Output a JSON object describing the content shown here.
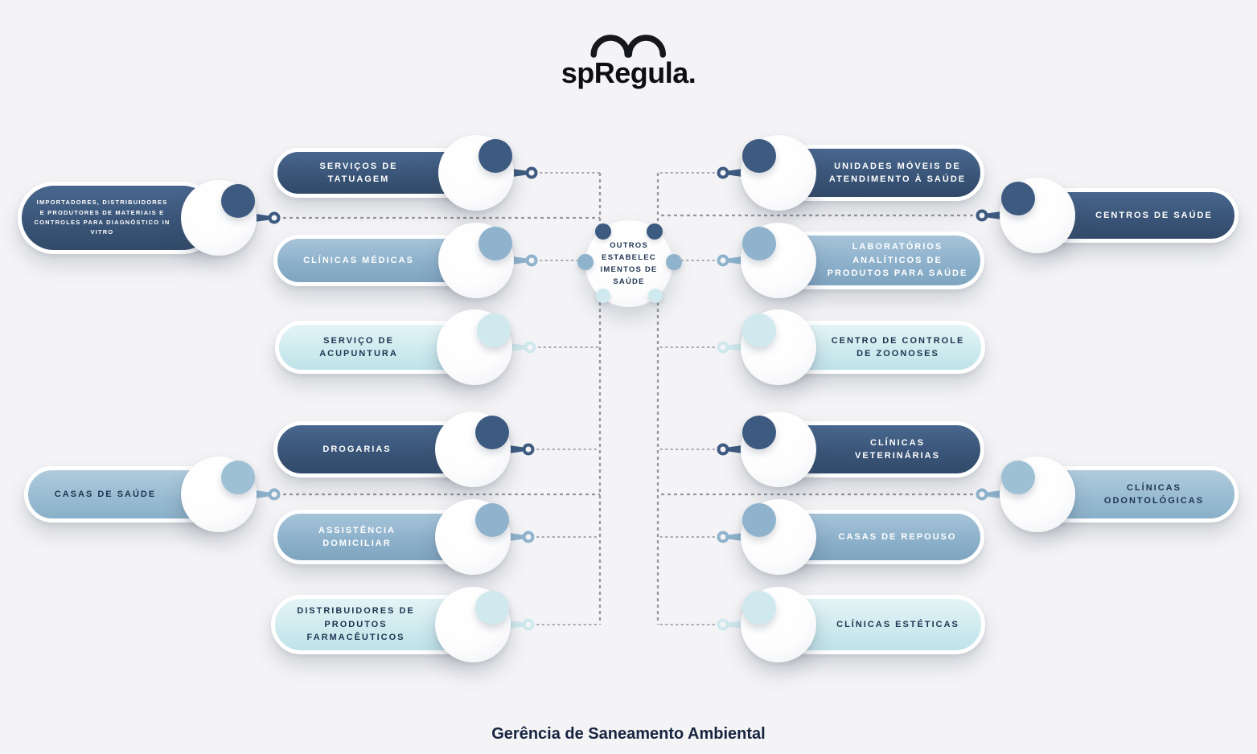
{
  "logo": {
    "text": "spRegula."
  },
  "hub": {
    "label": "OUTROS ESTABELEC IMENTOS DE SAÚDE"
  },
  "footer": {
    "title": "Gerência de Saneamento Ambiental"
  },
  "colors": {
    "background": "#f4f4f6",
    "dark_blue": "#3d5a80",
    "medium_blue": "#8fb3cd",
    "light_cyan": "#cfe9ee",
    "text_navy": "#1d3350",
    "connector_gray": "#a7a7ad"
  },
  "nodes": {
    "tatuagem": {
      "label": "SERVIÇOS DE TATUAGEM",
      "tone": "dark"
    },
    "clinicas_medicas": {
      "label": "CLÍNICAS MÉDICAS",
      "tone": "medium"
    },
    "acupuntura": {
      "label": "SERVIÇO DE ACUPUNTURA",
      "tone": "light"
    },
    "drogarias": {
      "label": "DROGARIAS",
      "tone": "dark"
    },
    "assistencia": {
      "label": "ASSISTÊNCIA DOMICILIAR",
      "tone": "medium"
    },
    "distribuidores": {
      "label": "DISTRIBUIDORES DE PRODUTOS FARMACÊUTICOS",
      "tone": "light"
    },
    "importadores": {
      "label": "IMPORTADORES, DISTRIBUIDORES E PRODUTORES DE MATERIAIS E CONTROLES PARA DIAGNÓSTICO IN VITRO",
      "tone": "dark"
    },
    "casas_saude": {
      "label": "CASAS DE SAÚDE",
      "tone": "soft"
    },
    "unidades_moveis": {
      "label": "UNIDADES MÓVEIS DE ATENDIMENTO À SAÚDE",
      "tone": "dark"
    },
    "laboratorios": {
      "label": "LABORATÓRIOS ANALÍTICOS DE PRODUTOS PARA SAÚDE",
      "tone": "medium"
    },
    "zoonoses": {
      "label": "CENTRO DE CONTROLE DE ZOONOSES",
      "tone": "light"
    },
    "veterinarias": {
      "label": "CLÍNICAS VETERINÁRIAS",
      "tone": "dark"
    },
    "casas_repouso": {
      "label": "CASAS DE REPOUSO",
      "tone": "medium"
    },
    "esteticas": {
      "label": "CLÍNICAS ESTÉTICAS",
      "tone": "light"
    },
    "centros_saude": {
      "label": "CENTROS DE SAÚDE",
      "tone": "dark"
    },
    "odontologicas": {
      "label": "CLÍNICAS ODONTOLÓGICAS",
      "tone": "soft"
    }
  }
}
